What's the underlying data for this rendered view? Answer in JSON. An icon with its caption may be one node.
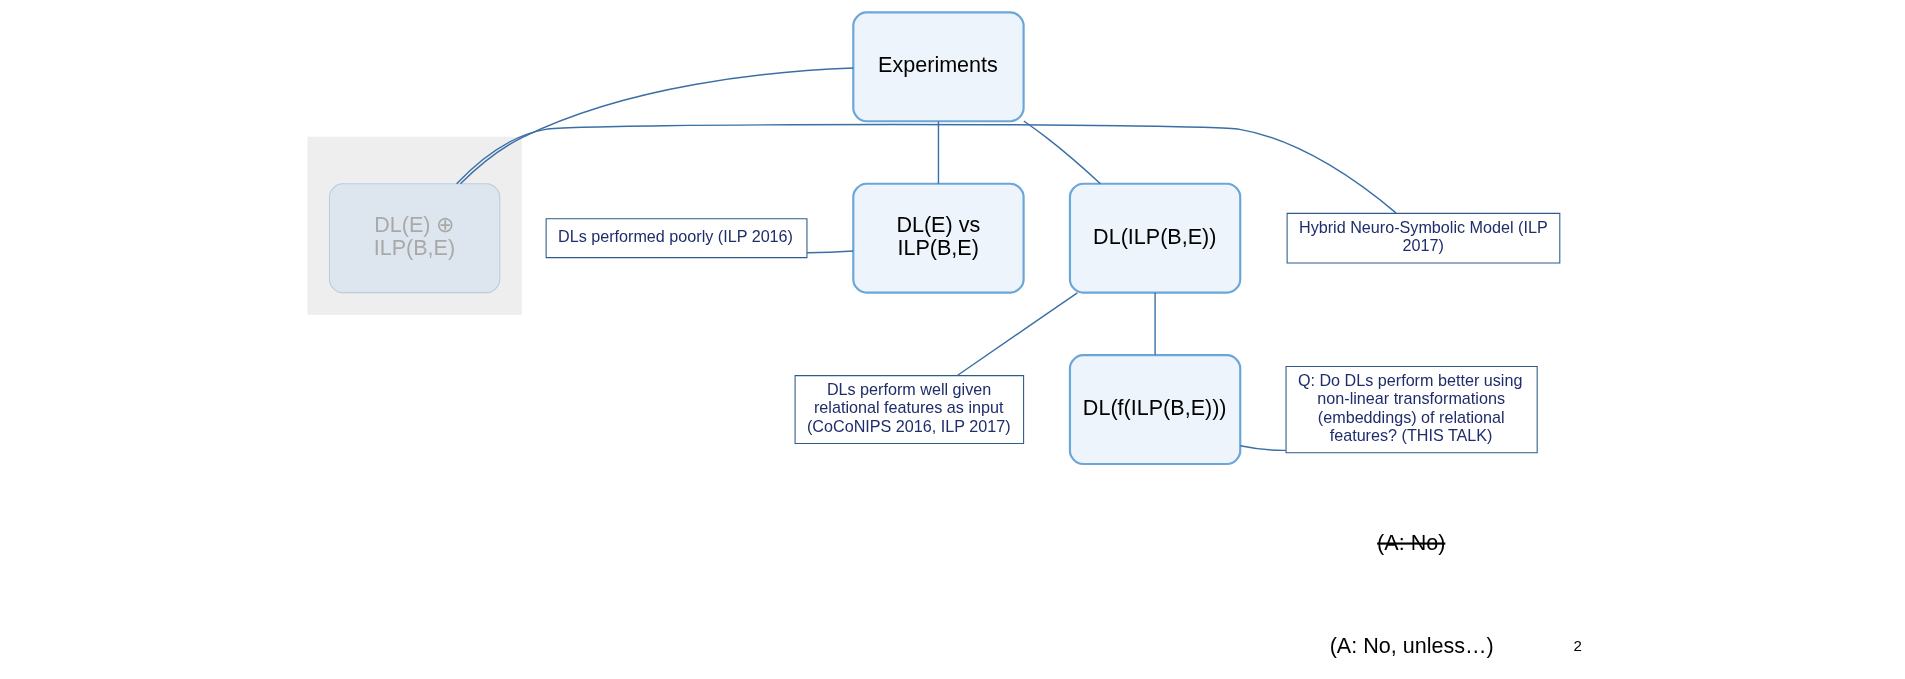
{
  "diagram": {
    "nodes": [
      {
        "text": [
          "Experiments"
        ]
      },
      {
        "text": [
          "DL(E) vs ILP(B,E)"
        ]
      },
      {
        "text": [
          "DL(ILP(B,E))"
        ]
      },
      {
        "text": [],
        "shape": "box"
      },
      {
        "text": [
          "DL(E) ⊕ ILP(B,E)"
        ],
        "in": 3
      },
      {
        "text": [
          "DL(f(ILP(B,E)))"
        ]
      },
      {
        "text": [
          "DLs performed poorly (ILP 2016)"
        ]
      },
      {
        "text": [
          "DLs perform well given relational features as input (CoCoNIPS 2016, ILP 2017)"
        ]
      },
      {
        "text": [
          "Hybrid Neuro-Symbolic Model (ILP 2017)"
        ]
      },
      {
        "text": [
          "Q: Do DLs perform better using non-linear transformations (embeddings) of relational features? (THIS TALK)"
        ]
      }
    ],
    "edges": [
      {
        "from": 0,
        "to": 1,
        "arrow": "none"
      },
      {
        "from": 0,
        "to": 2,
        "arrow": "none"
      },
      {
        "from": 0,
        "to": 4,
        "arrow": "none"
      },
      {
        "from": 2,
        "to": 5,
        "arrow": "none"
      },
      {
        "from": 6,
        "to": 1,
        "arrow": "none"
      },
      {
        "from": 7,
        "to": 2,
        "arrow": "none"
      },
      {
        "from": 8,
        "to": 4,
        "arrow": "none"
      },
      {
        "from": 9,
        "to": 5,
        "arrow": "none"
      }
    ],
    "labels": [
      "(A: No)",
      "(A: No, unless…)",
      "2"
    ]
  }
}
